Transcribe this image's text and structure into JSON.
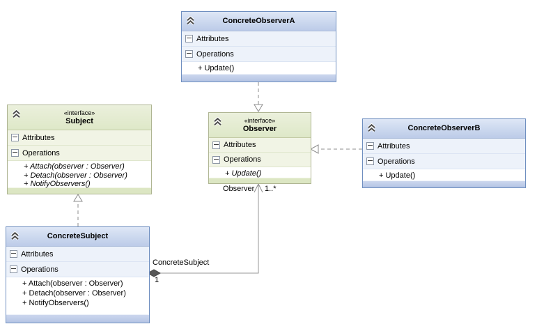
{
  "ui": {
    "attributes_label": "Attributes",
    "operations_label": "Operations"
  },
  "classes": {
    "concrete_observer_a": {
      "name": "ConcreteObserverA",
      "operations": [
        "+ Update()"
      ]
    },
    "subject": {
      "stereotype": "«interface»",
      "name": "Subject",
      "operations": [
        "+ Attach(observer : Observer)",
        "+ Detach(observer : Observer)",
        "+ NotifyObservers()"
      ]
    },
    "observer": {
      "stereotype": "«interface»",
      "name": "Observer",
      "operations": [
        "+ Update()"
      ]
    },
    "concrete_observer_b": {
      "name": "ConcreteObserverB",
      "operations": [
        "+ Update()"
      ]
    },
    "concrete_subject": {
      "name": "ConcreteSubject",
      "operations": [
        "+ Attach(observer : Observer)",
        "+ Detach(observer : Observer)",
        "+ NotifyObservers()"
      ]
    }
  },
  "associations": {
    "aggregation": {
      "source_role": "ConcreteSubject",
      "source_multiplicity": "1",
      "target_role": "Observer",
      "target_multiplicity": "1..*"
    }
  },
  "icons": {
    "header_icon": "chevron-double-up-icon",
    "section_icon": "collapse-minus-icon"
  },
  "colors": {
    "class_header_blue": "#cdd9f0",
    "class_border_blue": "#6f8fc0",
    "interface_header_green": "#e3ebcf",
    "interface_border_green": "#afb593",
    "connector_gray": "#8c8c8c",
    "diamond_fill": "#575757"
  }
}
